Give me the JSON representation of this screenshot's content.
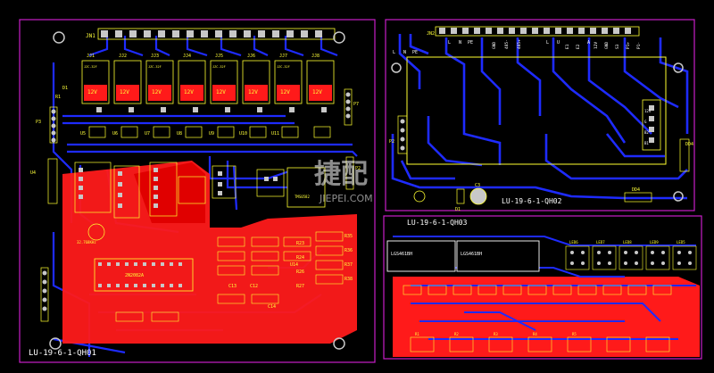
{
  "colors": {
    "background": "#000000",
    "board_outline": "#c81ec8",
    "top_copper": "#ff1a1a",
    "bottom_copper": "#1e2bff",
    "silkscreen": "#ffff30",
    "pad": "#c8c8c8",
    "text": "#ffffff"
  },
  "watermark": {
    "main": "捷配",
    "sub": "JIEPEI.COM"
  },
  "board1": {
    "title": "LU-19-6-1-QH01",
    "header": "JN1",
    "relay_labels": [
      "JJ1",
      "JJ2",
      "JJ3",
      "JJ4",
      "JJ5",
      "JJ6",
      "JJ7",
      "JJ8"
    ],
    "relay_voltage": "12V",
    "relay_part": "JZC-32F",
    "ic_labels": [
      "U5",
      "U6",
      "U7",
      "U8",
      "U9",
      "U10",
      "U11"
    ],
    "side_labels": [
      "R1",
      "D1",
      "U4",
      "P7",
      "P2",
      "P3"
    ],
    "chip": "2N2082A",
    "regulator": "TMS0582",
    "crystal": "32.768KHz",
    "components": [
      "R23",
      "R24",
      "R26",
      "R27",
      "C12",
      "C13",
      "C14",
      "U14",
      "R35",
      "R36",
      "R37",
      "R38"
    ]
  },
  "board2": {
    "title": "LU-19-6-1-QH02",
    "header": "JN2",
    "top_labels": [
      "L",
      "N",
      "PE",
      "GND",
      "485-",
      "485+",
      "L",
      "U",
      "E1",
      "E2",
      "A",
      "12V",
      "GND",
      "S3",
      "P1+",
      "P1-"
    ],
    "side_labels": [
      "L",
      "N",
      "PE"
    ],
    "connector_labels": [
      "12V",
      "G",
      "B2",
      "B1"
    ],
    "components": [
      "C3",
      "D1",
      "P1",
      "P2",
      "DD4"
    ]
  },
  "board3": {
    "title": "LU-19-6-1-QH03",
    "module_a": "LGS461BH",
    "module_b": "LGS461BH",
    "led_labels": [
      "LED6",
      "LED7",
      "LED8",
      "LED9",
      "LED5"
    ],
    "components": [
      "R1",
      "R2",
      "R3",
      "R4",
      "R5"
    ]
  }
}
